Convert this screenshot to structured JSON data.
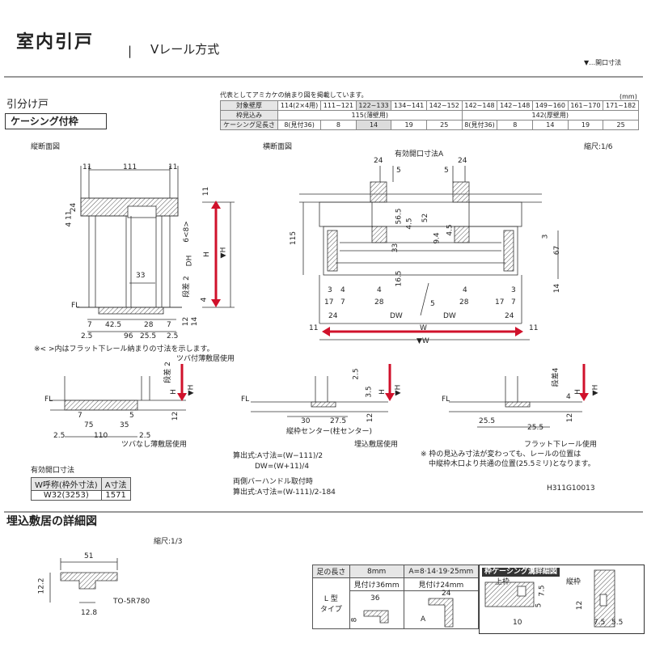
{
  "header": {
    "title": "室内引戸",
    "separator": "|",
    "subtitle": "Vレール方式",
    "legend": "▼…開口寸法"
  },
  "product": {
    "name": "引分け戸",
    "type_box": "ケーシング付枠"
  },
  "spec_table": {
    "caption": "代表としてアミカケの納まり図を掲載しています。",
    "unit": "(mm)",
    "row_labels": [
      "対象壁厚",
      "枠見込み",
      "ケーシング足長さ"
    ],
    "wall": [
      "114(2×4用)",
      "111~121",
      "122~133",
      "134~141",
      "142~152",
      "142~148",
      "142~148",
      "149~160",
      "161~170",
      "171~182"
    ],
    "frame_thin": "115(薄壁用)",
    "frame_thick": "142(厚壁用)",
    "casing": [
      "8(見付36)",
      "8",
      "14",
      "19",
      "25",
      "8(見付36)",
      "8",
      "14",
      "19",
      "25"
    ]
  },
  "views": {
    "vertical_label": "縦断面図",
    "horizontal_label": "横断面図",
    "scale_main": "縮尺:1/6",
    "note_flat": "※< >内はフラット下レール納まりの寸法を示します。",
    "label_tsuba_use": "ツバ付薄敷居使用",
    "label_tsubanashi": "ツバなし薄敷居使用",
    "label_center": "縦枠センター(柱センター)",
    "label_embedded": "埋込敷居使用",
    "label_flat_rail": "フラット下レール使用",
    "note_rail_1": "※ 枠の見込み寸法が変わっても、レールの位置は",
    "note_rail_2": "中縦枠木口より共通の位置(25.5ミリ)となります。",
    "formula_1": "算出式:A寸法=(W−111)/2",
    "formula_2": "DW=(W+11)/4",
    "handle_title": "両側バーハンドル取付時",
    "formula_3": "算出式:A寸法=(W-111)/2-184",
    "drawing_no": "H311G10013"
  },
  "opening_table": {
    "title": "有効開口寸法",
    "headers": [
      "W呼称(枠外寸法)",
      "A寸法"
    ],
    "row": [
      "W32(3253)",
      "1571"
    ]
  },
  "detail": {
    "title": "埋込敷居の詳細図",
    "scale": "縮尺:1/3",
    "dim_51": "51",
    "dim_12_2": "12.2",
    "dim_12_8": "12.8",
    "part_no": "TO-5R780"
  },
  "casing_detail": {
    "headers": [
      "足の長さ",
      "8mm",
      "A=8·14·19·25mm"
    ],
    "sub": [
      "見付け36mm",
      "見付け24mm"
    ],
    "type_label": [
      "L 型",
      "タイプ"
    ],
    "dims": [
      "36",
      "8",
      "24",
      "A"
    ],
    "groove_title": "枠ケーシング溝詳細図",
    "upper": "上枠",
    "vertical": "縦枠",
    "g_dims": [
      "7.5",
      "5",
      "10",
      "12",
      "7.5",
      "5.5"
    ]
  },
  "dims_v": {
    "d11a": "11",
    "d111": "111",
    "d11b": "11",
    "d24": "24",
    "d4_11": "4 11",
    "d11r": "11",
    "d6_8": "6<8>",
    "dDH": "DH",
    "dH": "H",
    "dH2": "▼H",
    "d33": "33",
    "dstep": "段差 2",
    "d4": "4",
    "dFL": "FL",
    "d7": "7",
    "d42_5": "42.5",
    "d28": "28",
    "d7b": "7",
    "d2_5": "2.5",
    "d96": "96",
    "d25_5": "25.5",
    "d2_5b": "2.5",
    "d12": "12",
    "d14": "14"
  },
  "dims_h": {
    "opening_A": "有効開口寸法A",
    "d24a": "24",
    "d5a": "5",
    "d24b": "24",
    "d5b": "5",
    "d115": "115",
    "d56_5": "56.5",
    "d4_5": "4.5",
    "d52": "52",
    "d9_4": "9.4",
    "d4_5b": "4.5",
    "d33": "33",
    "d16_5": "16.5",
    "d3": "3",
    "d67": "67",
    "d14": "14",
    "d3a": "3",
    "d4a": "4",
    "d4b": "4",
    "d4c": "4",
    "d3b": "3",
    "d17a": "17",
    "d7a": "7",
    "d28a": "28",
    "d28b": "28",
    "d17b": "17",
    "d7b": "7",
    "d24c": "24",
    "dDWa": "DW",
    "d5": "5",
    "dDWb": "DW",
    "d24d": "24",
    "d11a": "11",
    "dW": "W",
    "d11b": "11",
    "dW2": "▼W"
  },
  "dims_small": {
    "a_step": "段差 2",
    "a_H": "H",
    "a_H2": "▼H",
    "a_FL": "FL",
    "a_12": "12",
    "a_7": "7",
    "a_5": "5",
    "a_75": "75",
    "a_35": "35",
    "a_2_5": "2.5",
    "a_110": "110",
    "a_2_5b": "2.5",
    "b_2_5": "2.5",
    "b_3_5": "3.5",
    "b_H": "H",
    "b_H2": "▼H",
    "b_FL": "FL",
    "b_30": "30",
    "b_27_5": "27.5",
    "b_12": "12",
    "c_step": "段差4",
    "c_4": "4",
    "c_H": "H",
    "c_H2": "▼H",
    "c_FL": "FL",
    "c_25_5": "25.5",
    "c_25_5b": "25.5",
    "c_12": "12"
  },
  "colors": {
    "arrow_red": "#d0112b",
    "line": "#333333",
    "hatch": "#555555"
  }
}
